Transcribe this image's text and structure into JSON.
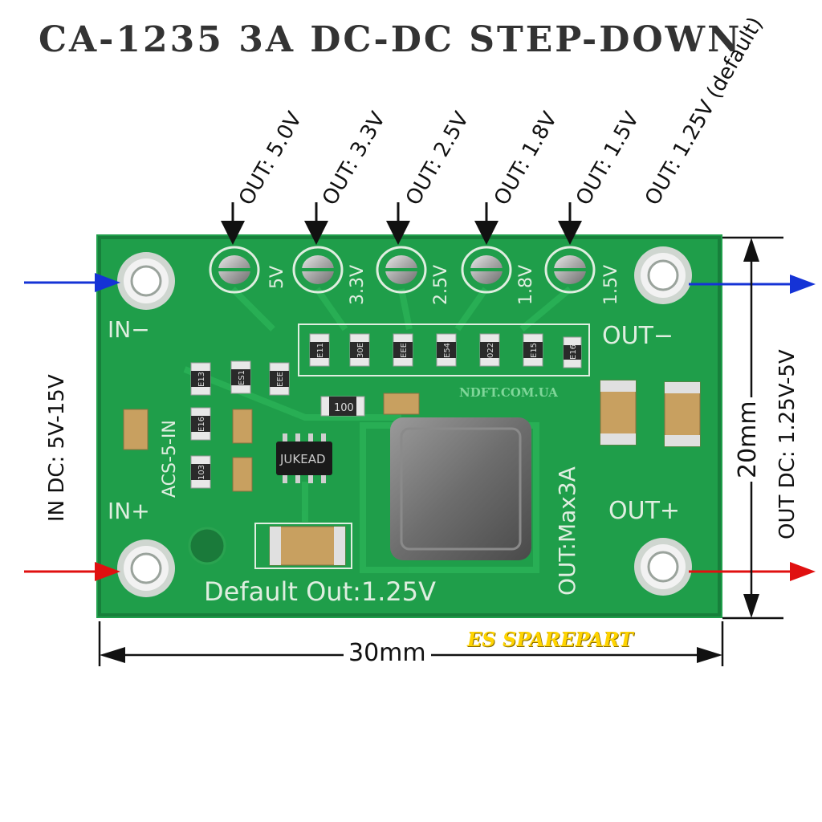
{
  "title": "CA-1235 3A DC-DC STEP-DOWN",
  "outputs": [
    {
      "label": "OUT: 5.0V"
    },
    {
      "label": "OUT: 3.3V"
    },
    {
      "label": "OUT: 2.5V"
    },
    {
      "label": "OUT: 1.8V"
    },
    {
      "label": "OUT: 1.5V"
    },
    {
      "label": "OUT: 1.25V (default)"
    }
  ],
  "pads": [
    "5V",
    "3.3V",
    "2.5V",
    "1.8V",
    "1.5V"
  ],
  "input_label": "IN DC: 5V-15V",
  "output_label": "OUT DC: 1.25V-5V",
  "width_label": "30mm",
  "height_label": "20mm",
  "board": {
    "in_minus": "IN−",
    "in_plus": "IN+",
    "out_minus": "OUT−",
    "out_plus": "OUT+",
    "max_current": "OUT:Max3A",
    "default_text": "Default Out:1.25V",
    "watermark": "NDFT.COM.UA",
    "chip_marking": "JUKEAD",
    "resistor_100": "100",
    "resistor_codes": [
      "E11",
      "30E",
      "EEE",
      "E54",
      "022",
      "E15",
      "E16"
    ],
    "left_codes": [
      "E13",
      "ES1",
      "EEE",
      "E16",
      "103"
    ],
    "vertical_text": "ACS-5-IN"
  },
  "brand": "ES SPAREPART",
  "colors": {
    "pcb": "#1f9e4a",
    "pcb_dark": "#17803b",
    "silk": "#dfeee0",
    "arrow_in_minus": "#1533d6",
    "arrow_in_plus": "#e01010",
    "arrow_out_minus": "#1533d6",
    "arrow_out_plus": "#e01010"
  }
}
